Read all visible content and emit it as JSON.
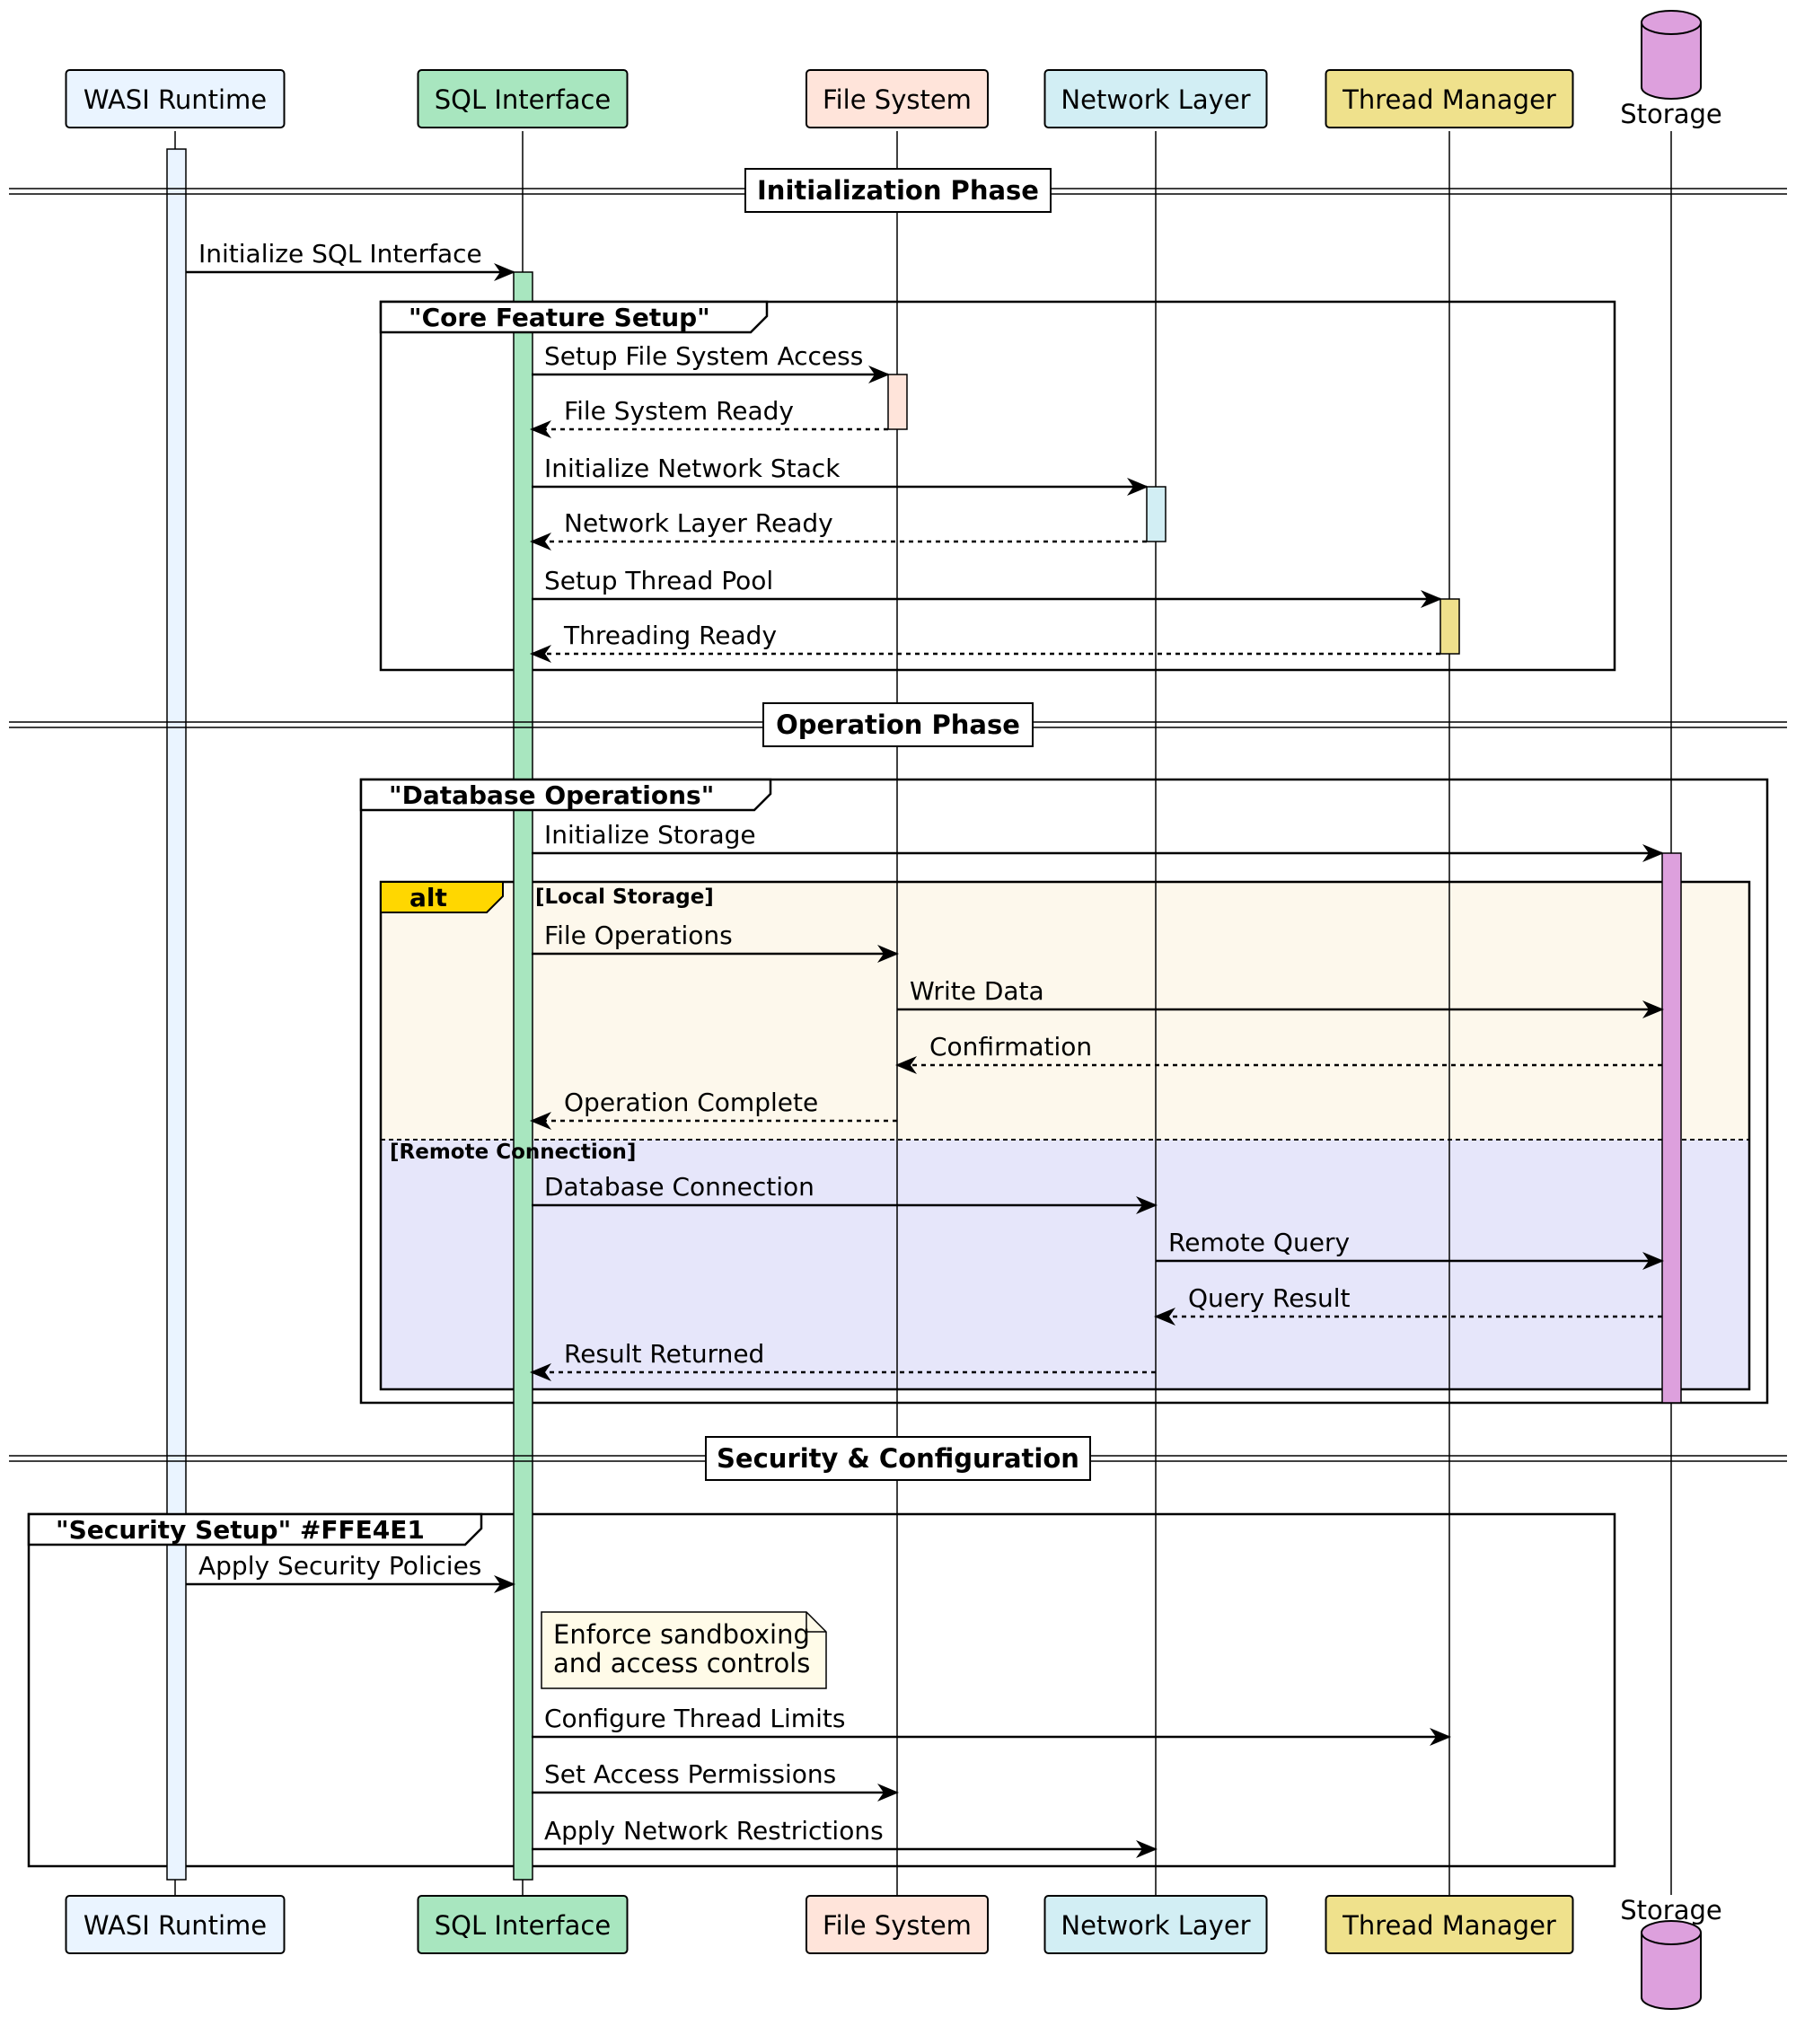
{
  "participants": [
    {
      "id": "wasi",
      "label": "WASI Runtime",
      "color": "#EAF4FF"
    },
    {
      "id": "sql",
      "label": "SQL Interface",
      "color": "#A8E6BF"
    },
    {
      "id": "fs",
      "label": "File System",
      "color": "#FFE4DA"
    },
    {
      "id": "net",
      "label": "Network Layer",
      "color": "#D2EEF4"
    },
    {
      "id": "thread",
      "label": "Thread Manager",
      "color": "#EFE18C"
    },
    {
      "id": "storage",
      "label": "Storage",
      "color": "#DDA0DD",
      "shape": "database"
    }
  ],
  "dividers": [
    "Initialization Phase",
    "Operation Phase",
    "Security & Configuration"
  ],
  "groups": [
    "\"Core Feature Setup\"",
    "\"Database Operations\"",
    "\"Security Setup\" #FFE4E1"
  ],
  "alt": {
    "keyword": "alt",
    "keyword_color": "#FFD700",
    "conditions": [
      "[Local Storage]",
      "[Remote Connection]"
    ],
    "colors": [
      "#FDF8EC",
      "#E6E6FA"
    ]
  },
  "messages": [
    {
      "from": "wasi",
      "to": "sql",
      "text": "Initialize SQL Interface",
      "style": "solid"
    },
    {
      "from": "sql",
      "to": "fs",
      "text": "Setup File System Access",
      "style": "solid"
    },
    {
      "from": "fs",
      "to": "sql",
      "text": "File System Ready",
      "style": "dashed"
    },
    {
      "from": "sql",
      "to": "net",
      "text": "Initialize Network Stack",
      "style": "solid"
    },
    {
      "from": "net",
      "to": "sql",
      "text": "Network Layer Ready",
      "style": "dashed"
    },
    {
      "from": "sql",
      "to": "thread",
      "text": "Setup Thread Pool",
      "style": "solid"
    },
    {
      "from": "thread",
      "to": "sql",
      "text": "Threading Ready",
      "style": "dashed"
    },
    {
      "from": "sql",
      "to": "storage",
      "text": "Initialize Storage",
      "style": "solid"
    },
    {
      "from": "sql",
      "to": "fs",
      "text": "File Operations",
      "style": "solid"
    },
    {
      "from": "fs",
      "to": "storage",
      "text": "Write Data",
      "style": "solid"
    },
    {
      "from": "storage",
      "to": "fs",
      "text": "Confirmation",
      "style": "dashed"
    },
    {
      "from": "fs",
      "to": "sql",
      "text": "Operation Complete",
      "style": "dashed"
    },
    {
      "from": "sql",
      "to": "net",
      "text": "Database Connection",
      "style": "solid"
    },
    {
      "from": "net",
      "to": "storage",
      "text": "Remote Query",
      "style": "solid"
    },
    {
      "from": "storage",
      "to": "net",
      "text": "Query Result",
      "style": "dashed"
    },
    {
      "from": "net",
      "to": "sql",
      "text": "Result Returned",
      "style": "dashed"
    },
    {
      "from": "wasi",
      "to": "sql",
      "text": "Apply Security Policies",
      "style": "solid"
    },
    {
      "from": "sql",
      "to": "thread",
      "text": "Configure Thread Limits",
      "style": "solid"
    },
    {
      "from": "sql",
      "to": "fs",
      "text": "Set Access Permissions",
      "style": "solid"
    },
    {
      "from": "sql",
      "to": "net",
      "text": "Apply Network Restrictions",
      "style": "solid"
    }
  ],
  "note": {
    "lines": [
      "Enforce sandboxing",
      "and access controls"
    ],
    "color": "#FFFBE8"
  }
}
